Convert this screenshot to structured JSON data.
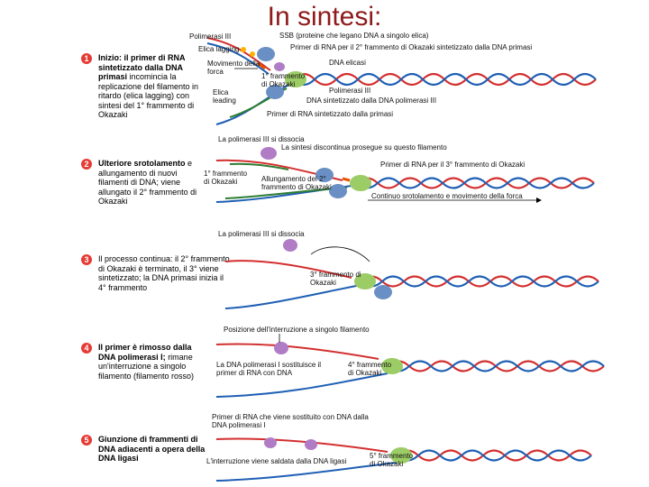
{
  "title": "In sintesi:",
  "steps": [
    {
      "number": "1",
      "desc_bold": "Inizio: il primer di RNA sintetizzato dalla DNA primasi",
      "desc_rest": " incomincia la replicazione del filamento in ritardo (elica lagging) con sintesi del 1° frammento di Okazaki",
      "labels": {
        "pol3": "Polimerasi III",
        "ssb": "SSB (proteine che legano DNA a singolo elica)",
        "lagging": "Elica lagging",
        "primer2": "Primer di RNA per il 2° frammento di Okazaki sintetizzato dalla DNA primasi",
        "movement": "Movimento della forca",
        "frag1": "1° frammento di Okazaki",
        "elicasi": "DNA elicasi",
        "leading": "Elica leading",
        "pol3b": "Polimerasi III",
        "synth": "DNA sintetizzato dalla DNA polimerasi III",
        "primerPrimasi": "Primer di RNA sintetizzato dalla primasi"
      }
    },
    {
      "number": "2",
      "desc_bold": "Ulteriore srotolamento",
      "desc_rest": " e allungamento di nuovi filamenti di DNA; viene allungato il 2° frammento di Okazaki",
      "labels": {
        "dissocia": "La polimerasi III si dissocia",
        "discontinua": "La sintesi discontinua prosegue su questo filamento",
        "frag1": "1° frammento di Okazaki",
        "allungamento": "Allungamento del 2° frammento di Okazaki",
        "primer3": "Primer di RNA per il 3° frammento di Okazaki",
        "continuo": "Continuo srotolamento e movimento della forca"
      }
    },
    {
      "number": "3",
      "desc_rest": "Il processo continua: il 2° frammento di Okazaki è terminato, il 3° viene sintetizzato; la DNA primasi inizia il 4° frammento",
      "labels": {
        "dissocia": "La polimerasi III si dissocia",
        "frag3": "3° frammento di Okazaki"
      }
    },
    {
      "number": "4",
      "desc_bold": "Il primer è rimosso dalla DNA polimerasi I;",
      "desc_rest": " rimane un'interruzione a singolo filamento (filamento rosso)",
      "labels": {
        "posizione": "Posizione dell'interruzione a singolo filamento",
        "sostituisce": "La DNA polimerasi I sostituisce il primer di RNA con DNA",
        "frag4": "4° frammento di Okazaki"
      }
    },
    {
      "number": "5",
      "desc_bold": "Giunzione di frammenti di DNA adiacenti a opera della DNA ligasi",
      "desc_rest": "",
      "labels": {
        "sostituito": "Primer di RNA che viene sostituito con DNA dalla DNA polimerasi I",
        "saldata": "L'interruzione viene saldata dalla DNA ligasi",
        "frag5": "5° frammento di Okazaki"
      }
    }
  ],
  "colors": {
    "title": "#8e1a1a",
    "badge": "#e53b35",
    "helix_strand_a": "#d32f2f",
    "helix_strand_b": "#1e5fb4",
    "helix_rungs": "#c9a227",
    "rna_primer": "#e65100",
    "new_dna": "#2e7d32",
    "polymerase": "#6a8fc4",
    "helicase": "#9ccc65",
    "primase": "#b07cc6"
  }
}
